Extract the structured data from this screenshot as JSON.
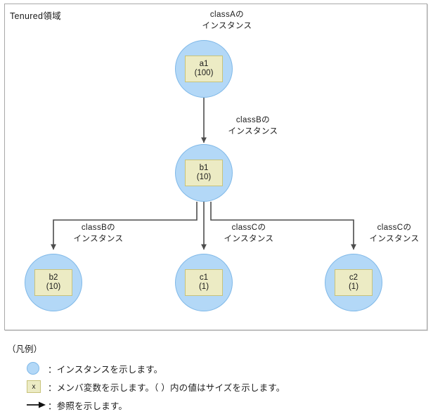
{
  "frame": {
    "title": "Tenured領域"
  },
  "nodes": [
    {
      "id": "a1",
      "name": "a1",
      "size": "(100)",
      "label_line1": "classAの",
      "label_line2": "インスタンス"
    },
    {
      "id": "b1",
      "name": "b1",
      "size": "(10)",
      "label_line1": "classBの",
      "label_line2": "インスタンス"
    },
    {
      "id": "b2",
      "name": "b2",
      "size": "(10)",
      "label_line1": "classBの",
      "label_line2": "インスタンス"
    },
    {
      "id": "c1",
      "name": "c1",
      "size": "(1)",
      "label_line1": "classCの",
      "label_line2": "インスタンス"
    },
    {
      "id": "c2",
      "name": "c2",
      "size": "(1)",
      "label_line1": "classCの",
      "label_line2": "インスタンス"
    }
  ],
  "legend": {
    "title": "（凡例）",
    "items": [
      {
        "mark": "instance-circle",
        "text": "：インスタンスを示します。"
      },
      {
        "mark": "member-box",
        "mark_text": "x",
        "text": "：メンバ変数を示します。（ ）内の値はサイズを示します。"
      },
      {
        "mark": "reference-arrow",
        "text": "：参照を示します。"
      }
    ]
  },
  "colors": {
    "instance_fill": "#b3d8f7",
    "instance_stroke": "#7fb8e8",
    "member_fill": "#ecebc4",
    "member_stroke": "#c8c37a",
    "arrow": "#4d4d4d",
    "frame_border": "#a8a8a8"
  }
}
